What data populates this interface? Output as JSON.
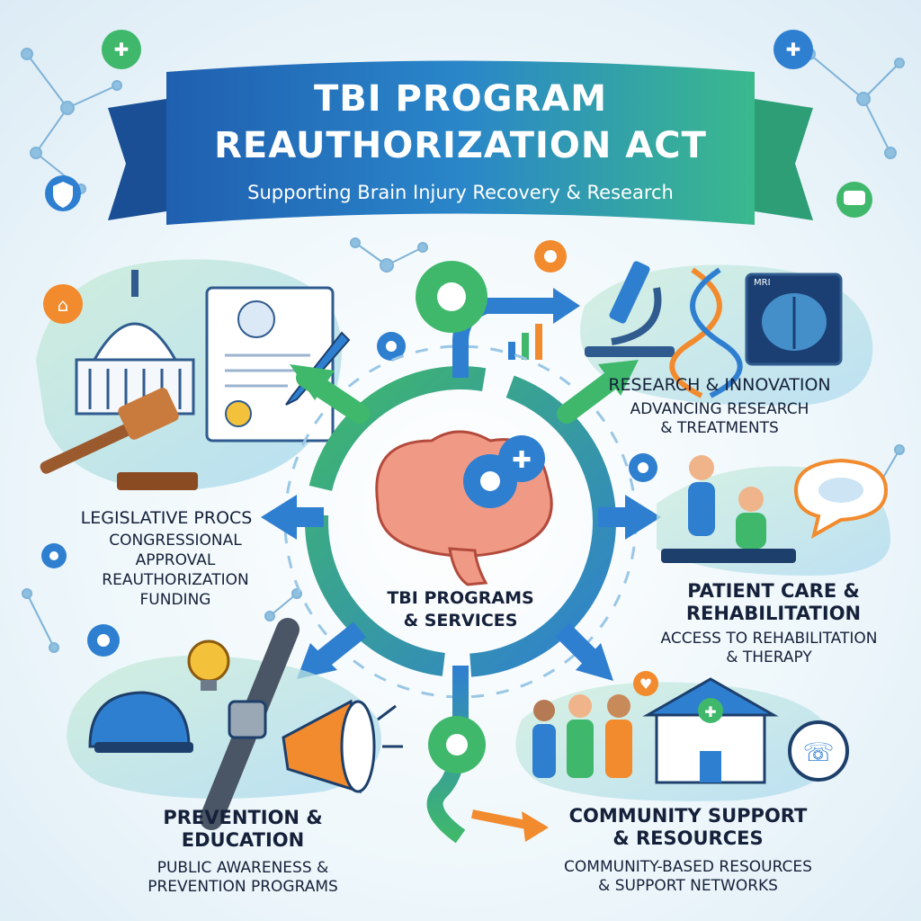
{
  "banner": {
    "title_line1": "TBI PROGRAM",
    "title_line2": "REAUTHORIZATION ACT",
    "subtitle": "Supporting Brain Injury Recovery & Research"
  },
  "center": {
    "line1": "TBI PROGRAMS",
    "line2": "& SERVICES"
  },
  "legislative": {
    "title": "LEGISLATIVE PROCS",
    "line1": "CONGRESSIONAL",
    "line2": "APPROVAL",
    "line3": "REAUTHORIZATION",
    "line4": "FUNDING"
  },
  "research": {
    "title": "RESEARCH & INNOVATION",
    "line1": "ADVANCING RESEARCH",
    "line2": "& TREATMENTS",
    "mri_label": "MRI"
  },
  "patient_care": {
    "title_line1": "PATIENT CARE &",
    "title_line2": "REHABILITATION",
    "line1": "ACCESS TO REHABILITATION",
    "line2": "& THERAPY"
  },
  "prevention": {
    "title_line1": "PREVENTION &",
    "title_line2": "EDUCATION",
    "line1": "PUBLIC AWARENESS &",
    "line2": "PREVENTION PROGRAMS"
  },
  "community": {
    "title_line1": "COMMUNITY SUPPORT",
    "title_line2": "& RESOURCES",
    "line1": "COMMUNITY-BASED RESOURCES",
    "line2": "& SUPPORT NETWORKS"
  },
  "colors": {
    "banner_dark": "#1f5fb0",
    "banner_light": "#3ab98c",
    "accent_green": "#3fb86b",
    "accent_blue": "#2f7fd1",
    "accent_orange": "#f28a2e",
    "text_dark": "#15213a"
  },
  "icons": [
    "capitol-icon",
    "gavel-icon",
    "document-icon",
    "pen-icon",
    "gear-icon",
    "microscope-icon",
    "dna-icon",
    "mri-scan-icon",
    "brain-icon",
    "therapy-icon",
    "speech-bubble-icon",
    "helmet-icon",
    "lightbulb-icon",
    "seatbelt-icon",
    "megaphone-icon",
    "people-icon",
    "hospital-icon",
    "phone-icon",
    "heart-icon",
    "shield-icon",
    "chat-icon",
    "hand-care-icon"
  ]
}
